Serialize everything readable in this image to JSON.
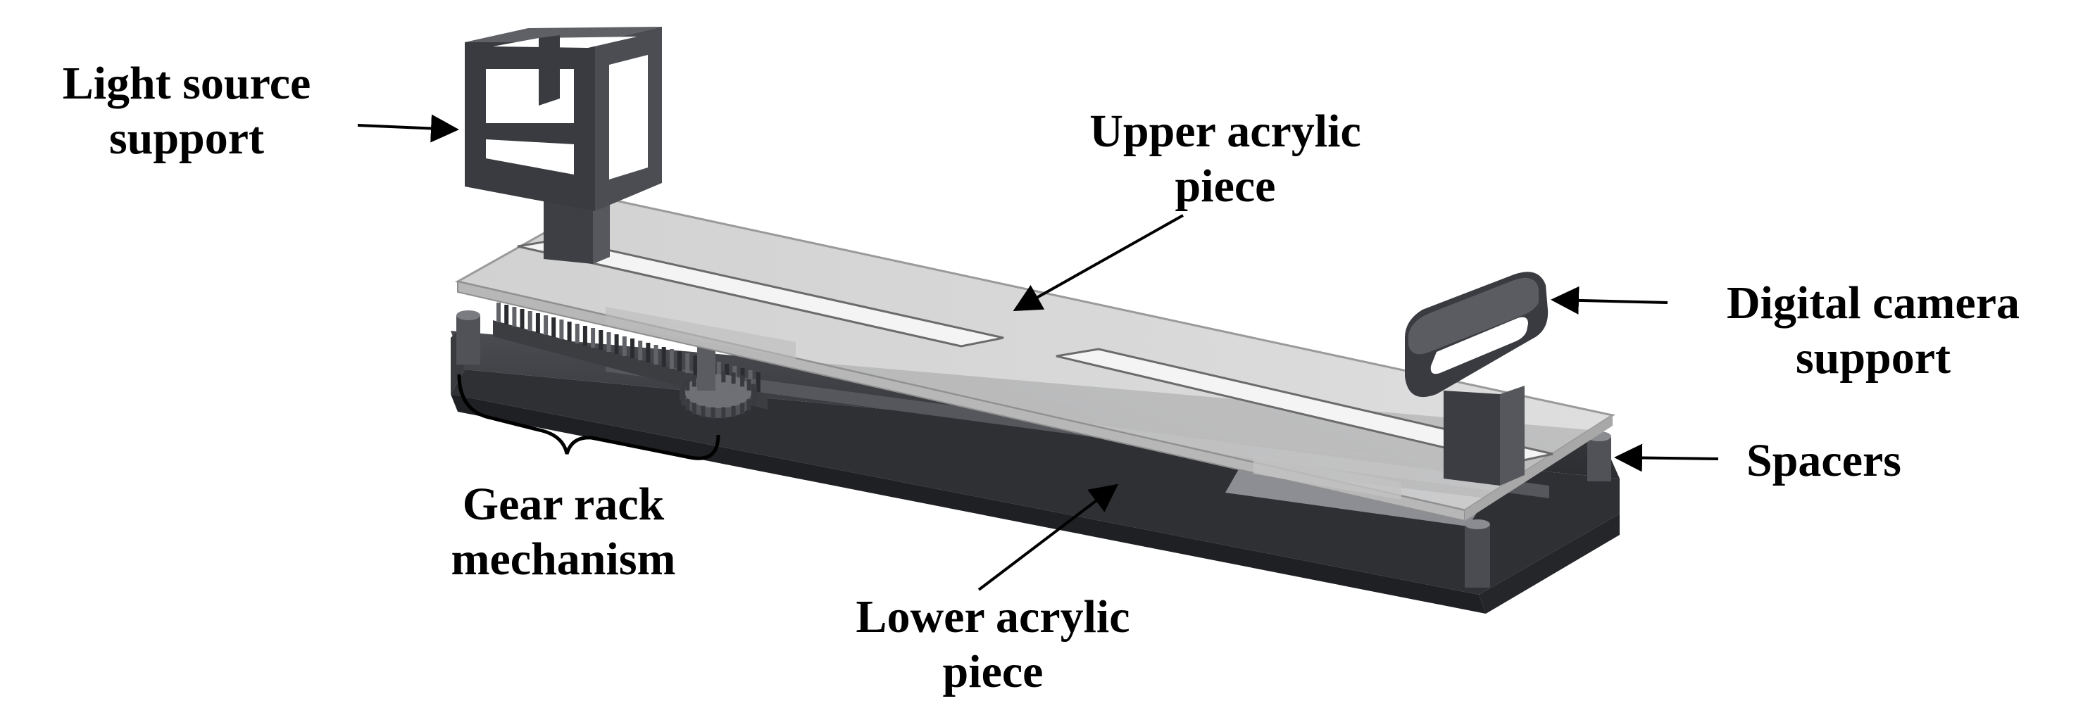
{
  "labels": {
    "light_source_support": [
      "Light source",
      "support"
    ],
    "upper_acrylic_piece": [
      "Upper acrylic",
      "piece"
    ],
    "digital_camera_support": [
      "Digital camera",
      "support"
    ],
    "spacers": [
      "Spacers"
    ],
    "gear_rack_mechanism": [
      "Gear rack",
      "mechanism"
    ],
    "lower_acrylic_piece": [
      "Lower acrylic",
      "piece"
    ]
  },
  "colors": {
    "part_dark": "#3b3c40",
    "part_mid": "#53555a",
    "part_light": "#707278",
    "acrylic": "#cfcfcf",
    "slot": "#f4f4f4",
    "label": "#000000"
  }
}
